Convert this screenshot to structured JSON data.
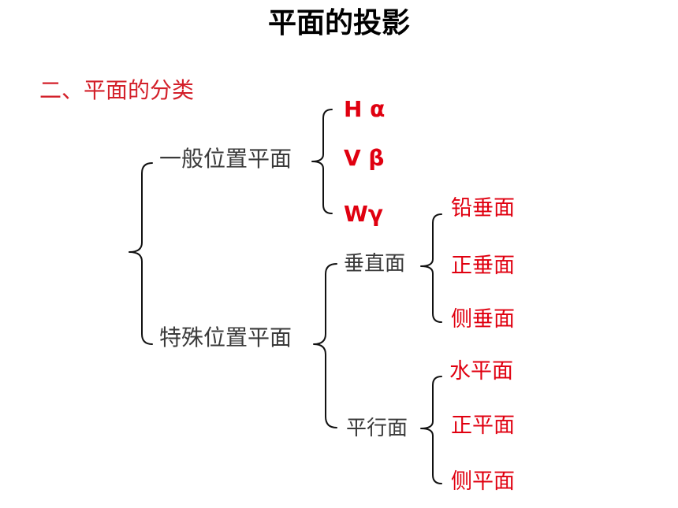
{
  "title": "平面的投影",
  "subtitle": "二、平面的分类",
  "tree": {
    "general": {
      "label": "一般位置平面",
      "children": [
        "H α",
        "V β",
        "Wγ"
      ]
    },
    "special": {
      "label": "特殊位置平面",
      "perpendicular": {
        "label": "垂直面",
        "children": [
          "铅垂面",
          "正垂面",
          "侧垂面"
        ]
      },
      "parallel": {
        "label": "平行面",
        "children": [
          "水平面",
          "正平面",
          "侧平面"
        ]
      }
    }
  },
  "colors": {
    "title": "#000000",
    "subtitle": "#d3202a",
    "node": "#3a3a3a",
    "leaf": "#e00010",
    "brace": "#111111"
  }
}
